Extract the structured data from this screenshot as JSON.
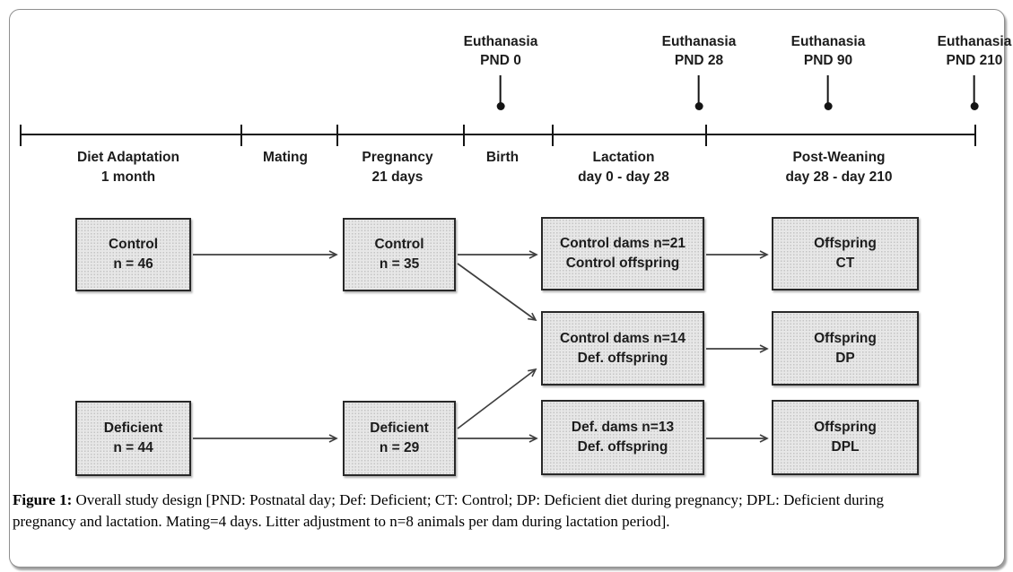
{
  "euthanasia_markers": [
    {
      "line1": "Euthanasia",
      "line2": "PND 0"
    },
    {
      "line1": "Euthanasia",
      "line2": "PND 28"
    },
    {
      "line1": "Euthanasia",
      "line2": "PND 90"
    },
    {
      "line1": "Euthanasia",
      "line2": "PND 210"
    }
  ],
  "timeline_segments": [
    {
      "label": "Diet Adaptation",
      "sublabel": "1 month"
    },
    {
      "label": "Mating",
      "sublabel": ""
    },
    {
      "label": "Pregnancy",
      "sublabel": "21 days"
    },
    {
      "label": "Birth",
      "sublabel": ""
    },
    {
      "label": "Lactation",
      "sublabel": "day 0 - day 28"
    },
    {
      "label": "Post-Weaning",
      "sublabel": "day 28 - day 210"
    }
  ],
  "flow_boxes": {
    "control_start": {
      "line1": "Control",
      "line2": "n = 46"
    },
    "control_pregnancy": {
      "line1": "Control",
      "line2": "n = 35"
    },
    "deficient_start": {
      "line1": "Deficient",
      "line2": "n = 44"
    },
    "deficient_pregnancy": {
      "line1": "Deficient",
      "line2": "n = 29"
    },
    "lactation_ct": {
      "line1": "Control dams n=21",
      "line2": "Control offspring"
    },
    "lactation_dp": {
      "line1": "Control dams n=14",
      "line2": "Def. offspring"
    },
    "lactation_dpl": {
      "line1": "Def. dams n=13",
      "line2": "Def. offspring"
    },
    "offspring_ct": {
      "line1": "Offspring",
      "line2": "CT"
    },
    "offspring_dp": {
      "line1": "Offspring",
      "line2": "DP"
    },
    "offspring_dpl": {
      "line1": "Offspring",
      "line2": "DPL"
    }
  },
  "caption": {
    "label": "Figure 1:",
    "line1": " Overall study design [PND: Postnatal day; Def: Deficient; CT: Control; DP: Deficient diet during pregnancy; DPL: Deficient during",
    "line2": "pregnancy and lactation. Mating=4 days. Litter adjustment to n=8 animals per dam during lactation period]."
  },
  "colors": {
    "box_fill": "#e7e7e7",
    "box_border": "#282828",
    "line": "#141414",
    "arrow": "#3f3f3f",
    "panel_border": "#8f8f8f"
  }
}
